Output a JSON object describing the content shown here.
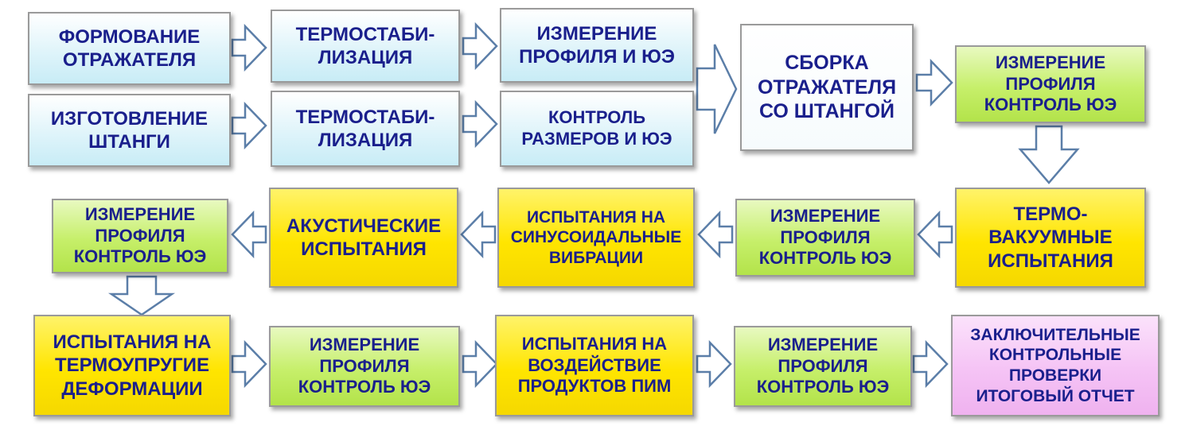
{
  "colors": {
    "blue_box": "#dff4fa",
    "white_box": "#ffffff",
    "green_box": "#c6ef6a",
    "yellow_box": "#ffe500",
    "pink_box": "#f5c3f5",
    "text": "#1a1f8c",
    "arrow_outline": "#5b7ea8"
  },
  "boxes": {
    "reflector_forming": "ФОРМОВАНИЕ\nОТРАЖАТЕЛЯ",
    "thermostab_1": "ТЕРМОСТАБИ-\nЛИЗАЦИЯ",
    "profile_measure_1": "ИЗМЕРЕНИЕ\nПРОФИЛЯ И ЮЭ",
    "rod_manufacture": "ИЗГОТОВЛЕНИЕ\nШТАНГИ",
    "thermostab_2": "ТЕРМОСТАБИ-\nЛИЗАЦИЯ",
    "size_control": "КОНТРОЛЬ\nРАЗМЕРОВ И ЮЭ",
    "assembly": "СБОРКА\nОТРАЖАТЕЛЯ\nСО ШТАНГОЙ",
    "measure_control_1": "ИЗМЕРЕНИЕ\nПРОФИЛЯ\nКОНТРОЛЬ ЮЭ",
    "thermovacuum": "ТЕРМО-\nВАКУУМНЫЕ\nИСПЫТАНИЯ",
    "measure_control_2": "ИЗМЕРЕНИЕ\nПРОФИЛЯ\nКОНТРОЛЬ ЮЭ",
    "sine_vibration": "ИСПЫТАНИЯ НА\nСИНУСОИДАЛЬНЫЕ\nВИБРАЦИИ",
    "acoustic": "АКУСТИЧЕСКИЕ\nИСПЫТАНИЯ",
    "measure_control_3": "ИЗМЕРЕНИЕ\nПРОФИЛЯ\nКОНТРОЛЬ ЮЭ",
    "thermoelastic": "ИСПЫТАНИЯ НА\nТЕРМОУПРУГИЕ\nДЕФОРМАЦИИ",
    "measure_control_4": "ИЗМЕРЕНИЕ\nПРОФИЛЯ\nКОНТРОЛЬ ЮЭ",
    "pim_test": "ИСПЫТАНИЯ НА\nВОЗДЕЙСТВИЕ\nПРОДУКТОВ ПИМ",
    "measure_control_5": "ИЗМЕРЕНИЕ\nПРОФИЛЯ\nКОНТРОЛЬ ЮЭ",
    "final_checks": "ЗАКЛЮЧИТЕЛЬНЫЕ\nКОНТРОЛЬНЫЕ\nПРОВЕРКИ\nИТОГОВЫЙ ОТЧЕТ"
  }
}
